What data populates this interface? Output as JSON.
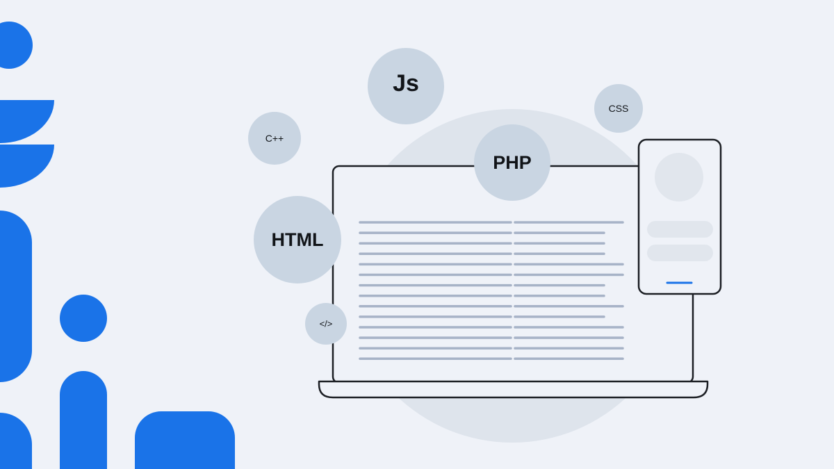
{
  "colors": {
    "background": "#EFF2F8",
    "brand_blue": "#1A73E8",
    "bubble": "#C9D5E2",
    "halo": "#DEE4EC",
    "outline": "#1C1F24",
    "text_line": "#A7B3C7",
    "phone_element": "#E1E6ED",
    "phone_indicator": "#1A73E8"
  },
  "bubbles": {
    "js": "Js",
    "css": "CSS",
    "cpp": "C++",
    "php": "PHP",
    "html": "HTML",
    "code": "</>"
  },
  "decor_icons": [
    "laptop-icon",
    "phone-icon",
    "code-bubble-icon"
  ]
}
